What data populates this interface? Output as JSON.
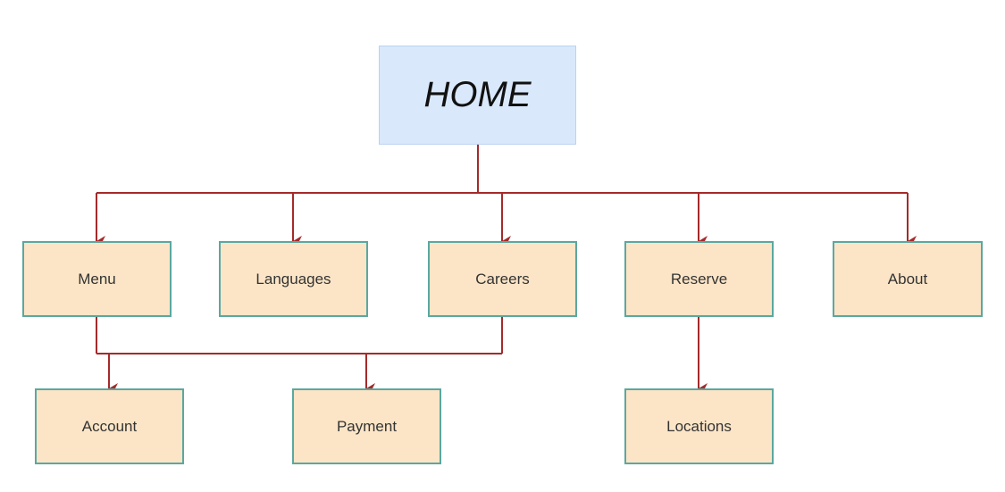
{
  "colors": {
    "root_fill": "#dae8fc",
    "node_fill": "#fce5c6",
    "node_border": "#5aa8a0",
    "connector": "#a52a2a"
  },
  "root": {
    "label": "HOME"
  },
  "level1": [
    {
      "id": "menu",
      "label": "Menu"
    },
    {
      "id": "languages",
      "label": "Languages"
    },
    {
      "id": "careers",
      "label": "Careers"
    },
    {
      "id": "reserve",
      "label": "Reserve"
    },
    {
      "id": "about",
      "label": "About"
    }
  ],
  "level2": [
    {
      "id": "account",
      "label": "Account"
    },
    {
      "id": "payment",
      "label": "Payment"
    },
    {
      "id": "locations",
      "label": "Locations"
    }
  ],
  "edges": [
    {
      "from": "home",
      "to": "menu"
    },
    {
      "from": "home",
      "to": "languages"
    },
    {
      "from": "home",
      "to": "careers"
    },
    {
      "from": "home",
      "to": "reserve"
    },
    {
      "from": "home",
      "to": "about"
    },
    {
      "from": "menu",
      "to": "account"
    },
    {
      "from": "menu",
      "to": "payment"
    },
    {
      "from": "careers",
      "to": "account"
    },
    {
      "from": "careers",
      "to": "payment"
    },
    {
      "from": "reserve",
      "to": "locations"
    }
  ]
}
